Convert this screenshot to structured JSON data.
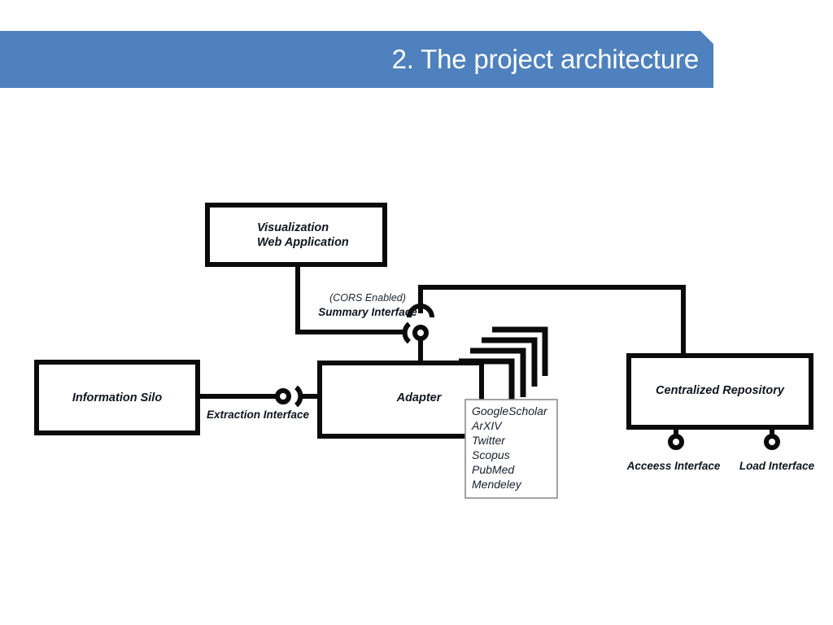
{
  "banner": {
    "title": "2. The project architecture",
    "bg_color": "#4E81BD",
    "text_color": "#FFFFFF"
  },
  "diagram": {
    "type": "uml-component-diagram",
    "stroke_color": "#0B0B0B",
    "components": [
      {
        "id": "visualization",
        "lines": [
          "Visualization",
          "Web Application"
        ]
      },
      {
        "id": "information-silo",
        "lines": [
          "Information Silo"
        ]
      },
      {
        "id": "adapter",
        "lines": [
          "Adapter"
        ]
      },
      {
        "id": "centralized-repository",
        "lines": [
          "Centralized Repository"
        ]
      }
    ],
    "interfaces": [
      {
        "id": "summary",
        "note": "(CORS Enabled)",
        "label": "Summary Interface",
        "kind": "assembly"
      },
      {
        "id": "extraction",
        "label": "Extraction Interface",
        "kind": "assembly"
      },
      {
        "id": "access",
        "label": "Acceess Interface",
        "kind": "provided"
      },
      {
        "id": "load",
        "label": "Load Interface",
        "kind": "provided"
      }
    ],
    "sources": {
      "items": [
        "GoogleScholar",
        "ArXIV",
        "Twitter",
        "Scopus",
        "PubMed",
        "Mendeley"
      ]
    }
  }
}
